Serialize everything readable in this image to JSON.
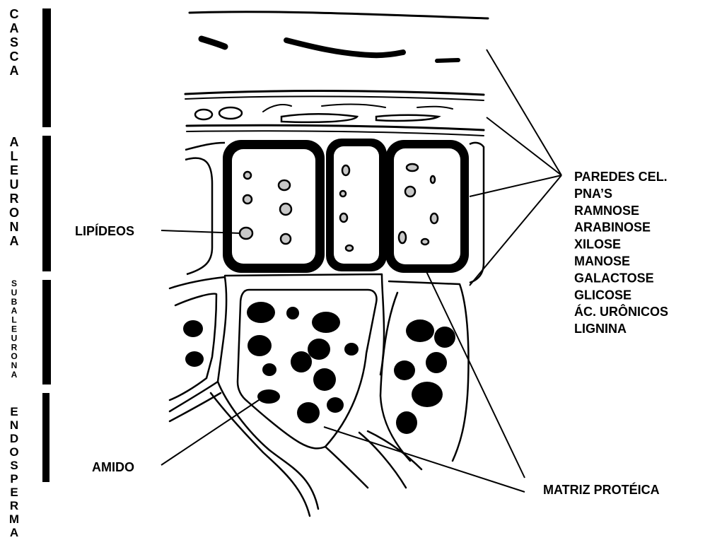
{
  "layers": [
    {
      "id": "casca",
      "text": "CASCA"
    },
    {
      "id": "aleurona",
      "text": "ALEURONA"
    },
    {
      "id": "subaleurona",
      "text": "SUBALEURONA"
    },
    {
      "id": "endosperma",
      "text": "ENDOSPERMA"
    }
  ],
  "labels": {
    "lipideos": "LIPÍDEOS",
    "amido": "AMIDO",
    "matriz": "MATRIZ PROTÉICA"
  },
  "wall_components": [
    "PAREDES CEL.",
    "PNA’S",
    "RAMNOSE",
    "ARABINOSE",
    "XILOSE",
    "MANOSE",
    "GALACTOSE",
    "GLICOSE",
    "ÁC. URÔNICOS",
    "LIGNINA"
  ],
  "colors": {
    "ink": "#000000",
    "paper": "#ffffff",
    "lipid": "#c8c8c8"
  }
}
